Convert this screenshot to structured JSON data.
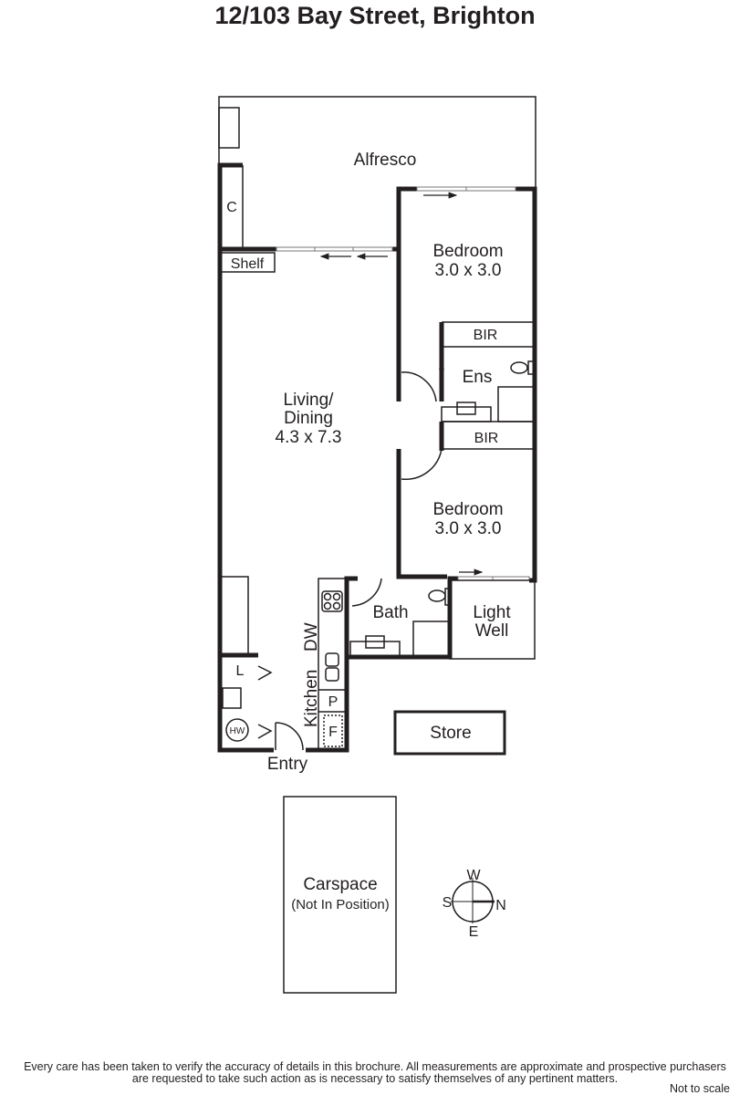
{
  "title": "12/103 Bay Street, Brighton",
  "rooms": {
    "alfresco": "Alfresco",
    "cupboard": "C",
    "shelf": "Shelf",
    "bedroom1": {
      "name": "Bedroom",
      "size": "3.0 x 3.0"
    },
    "bir1": "BIR",
    "ensuite": "Ens",
    "bir2": "BIR",
    "living": {
      "name1": "Living/",
      "name2": "Dining",
      "size": "4.3 x 7.3"
    },
    "bedroom2": {
      "name": "Bedroom",
      "size": "3.0 x 3.0"
    },
    "bath": "Bath",
    "lightwell": {
      "line1": "Light",
      "line2": "Well"
    },
    "kitchen": "Kitchen",
    "dishwasher": "DW",
    "pantry": "P",
    "fridge": "F",
    "laundry": "L",
    "hotwater": "HW",
    "entry": "Entry",
    "store": "Store",
    "carspace": {
      "name": "Carspace",
      "note": "(Not In Position)"
    }
  },
  "compass": {
    "top": "W",
    "left": "S",
    "right": "N",
    "bottom": "E"
  },
  "footer": {
    "disclaimer_line1": "Every care has been taken to verify the accuracy of details in this brochure.  All measurements are approximate and prospective purchasers",
    "disclaimer_line2": "are requested to take such action as is necessary to satisfy themselves of any pertinent matters.",
    "scale_note": "Not to scale"
  }
}
